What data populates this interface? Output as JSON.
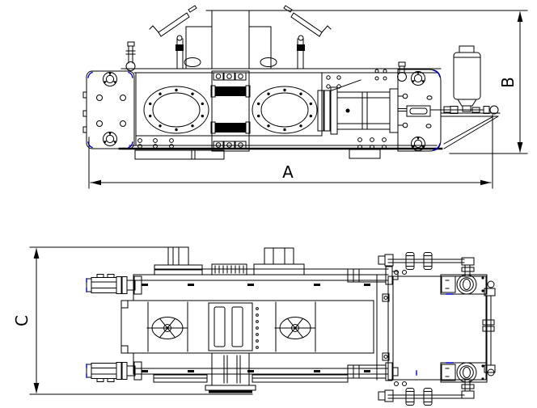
{
  "drawing": {
    "type": "technical-two-view-general-arrangement",
    "dimensions": {
      "a": {
        "label": "A",
        "axis": "horizontal",
        "view": "elevation-overall-length"
      },
      "b": {
        "label": "B",
        "axis": "vertical",
        "view": "elevation-overall-height"
      },
      "c": {
        "label": "C",
        "axis": "vertical",
        "view": "plan-overall-width"
      }
    },
    "colors": {
      "line": "#000000",
      "accent_blue": "#0000dd",
      "background": "#ffffff"
    }
  }
}
